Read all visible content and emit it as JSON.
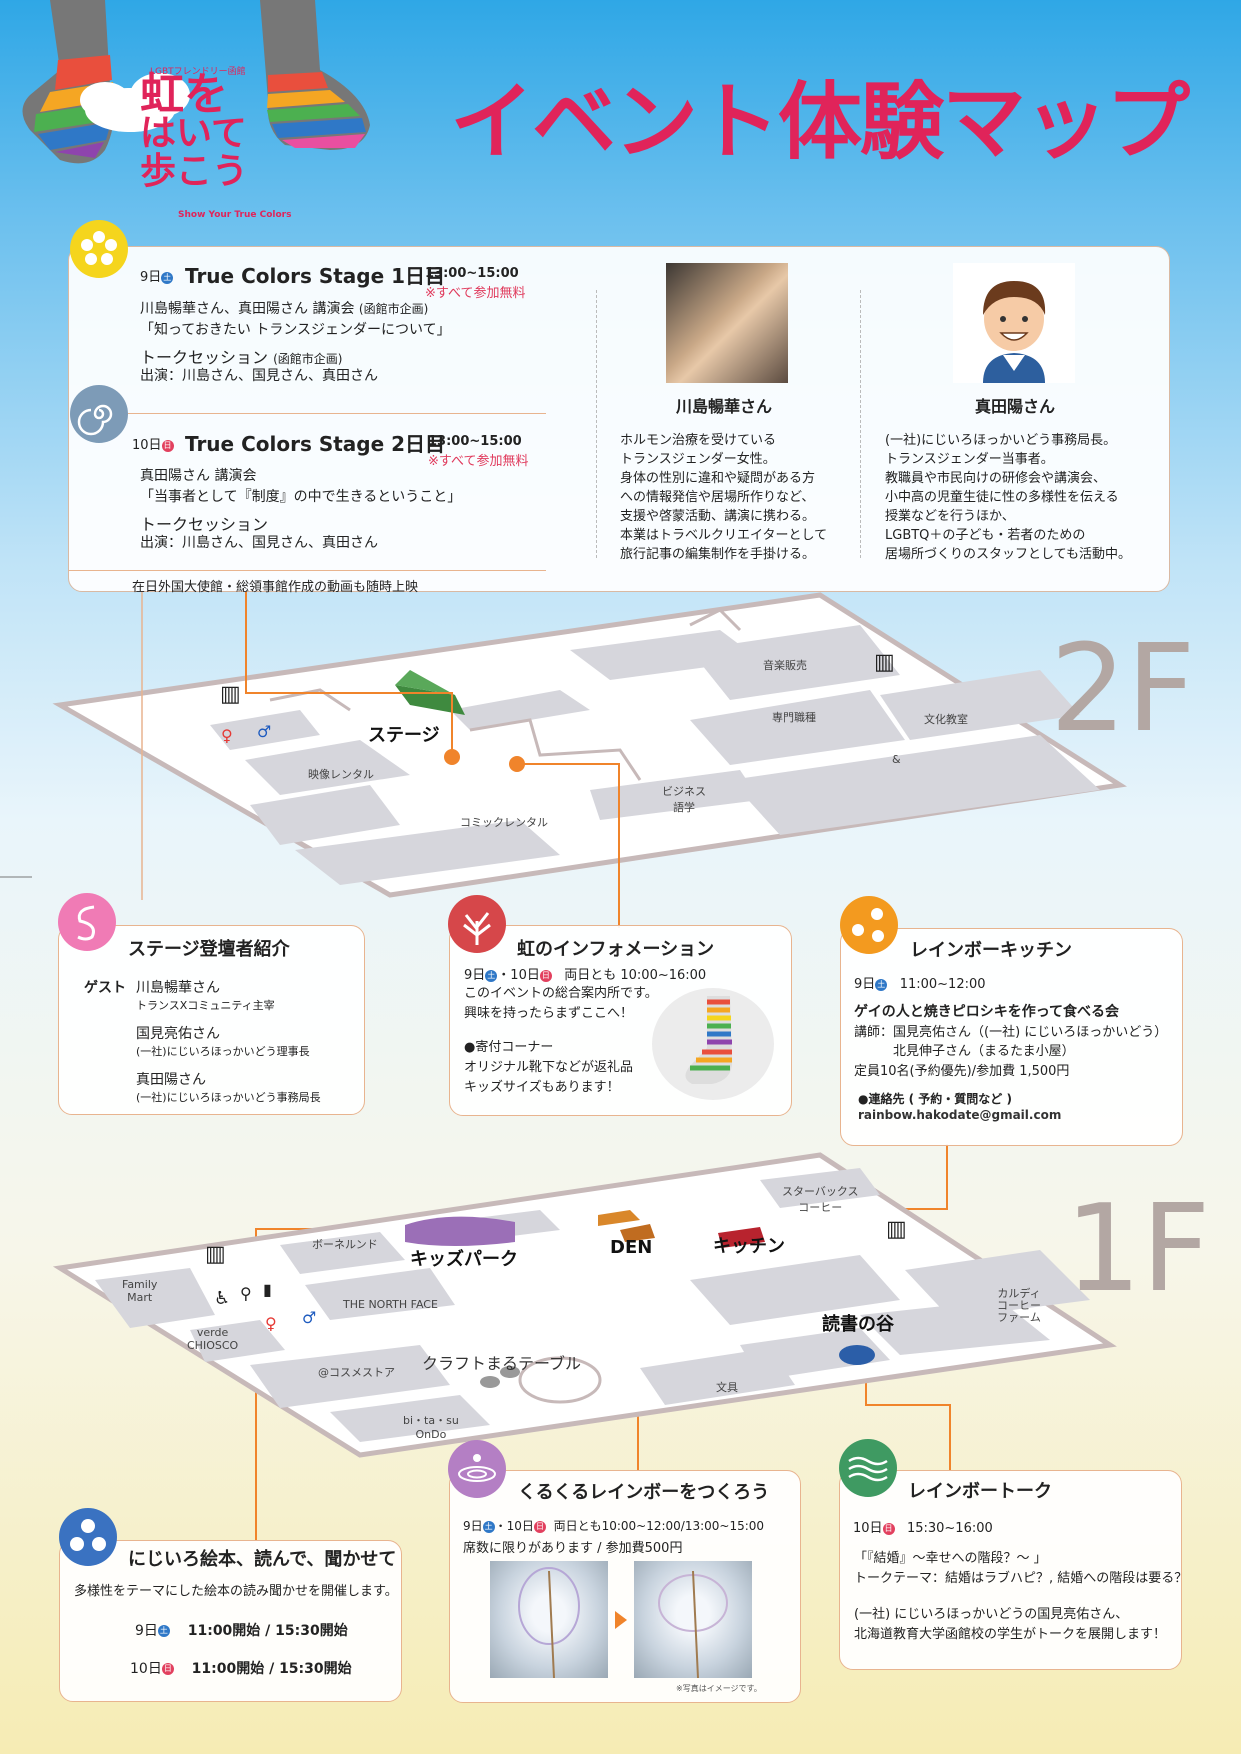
{
  "header": {
    "logo_small": "LGBTフレンドリー函館",
    "logo_title": [
      "虹を",
      "はいて",
      "歩こう"
    ],
    "logo_sub": "Show Your True Colors",
    "main_title": "イベント体験マップ"
  },
  "stage": {
    "day1": {
      "date": "9日",
      "dow": "土",
      "title": "True Colors Stage 1日目",
      "time": "13:00~15:00",
      "free": "※すべて参加無料",
      "l1": "川島暢華さん、真田陽さん 講演会",
      "l1s": "(函館市企画)",
      "l2": "「知っておきたい トランスジェンダーについて」",
      "l3": "トークセッション",
      "l3s": "(函館市企画)",
      "l4": "出演：川島さん、国見さん、真田さん"
    },
    "day2": {
      "date": "10日",
      "dow": "日",
      "title": "True Colors Stage 2日目",
      "time": "13:00~15:00",
      "free": "※すべて参加無料",
      "l1": "真田陽さん 講演会",
      "l2": "「当事者として『制度』の中で生きるということ」",
      "l3": "トークセッション",
      "l4": "出演：川島さん、国見さん、真田さん"
    },
    "footer": "在日外国大使館・総領事館作成の動画も随時上映"
  },
  "speakers": [
    {
      "name": "川島暢華さん",
      "bio": [
        "ホルモン治療を受けている",
        "トランスジェンダー女性。",
        "身体の性別に違和や疑問がある方",
        "への情報発信や居場所作りなど、",
        "支援や啓蒙活動、講演に携わる。",
        "本業はトラベルクリエイターとして",
        "旅行記事の編集制作を手掛ける。"
      ]
    },
    {
      "name": "真田陽さん",
      "bio": [
        "(一社)にじいろほっかいどう事務局長。",
        "トランスジェンダー当事者。",
        "教職員や市民向けの研修会や講演会、",
        "小中高の児童生徒に性の多様性を伝える",
        "授業などを行うほか、",
        "LGBTQ＋の子ども・若者のための",
        "居場所づくりのスタッフとしても活動中。"
      ]
    }
  ],
  "floor2": {
    "label": "2F",
    "areas": {
      "music": "音楽販売",
      "pro": "専門職種",
      "culture": "文化教室",
      "amp": "&",
      "video": "映像レンタル",
      "comic": "コミックレンタル",
      "biz1": "ビジネス",
      "biz2": "語学",
      "stage": "ステージ"
    }
  },
  "floor1": {
    "label": "1F",
    "areas": {
      "starbucks1": "スターバックス",
      "starbucks2": "コーヒー",
      "bornelund": "ボーネルンド",
      "kids": "キッズパーク",
      "den": "DEN",
      "kitchen": "キッチン",
      "family1": "Family",
      "family2": "Mart",
      "tnf": "THE NORTH FACE",
      "verde1": "verde",
      "verde2": "CHIOSCO",
      "craft": "クラフトまるテーブル",
      "cosme": "@コスメストア",
      "bitasu1": "bi・ta・su",
      "bitasu2": "OnDo",
      "bungu": "文具",
      "dokusho": "読書の谷",
      "kaldi1": "カルディ",
      "kaldi2": "コーヒー",
      "kaldi3": "ファーム"
    }
  },
  "box_stage": {
    "title": "ステージ登壇者紹介",
    "guest": "ゲスト",
    "people": [
      {
        "name": "川島暢華さん",
        "role": "トランスXコミュニティ主宰"
      },
      {
        "name": "国見亮佑さん",
        "role": "(一社)にじいろほっかいどう理事長"
      },
      {
        "name": "真田陽さん",
        "role": "(一社)にじいろほっかいどう事務局長"
      }
    ]
  },
  "box_info": {
    "title": "虹のインフォメーション",
    "d1": "9日",
    "dow1": "土",
    "sep": "・",
    "d2": "10日",
    "dow2": "日",
    "time": "両日とも 10:00~16:00",
    "lines": [
      "このイベントの総合案内所です。",
      "興味を持ったらまずここへ！"
    ],
    "donate_title": "●寄付コーナー",
    "donate": [
      "オリジナル靴下などが返礼品",
      "キッズサイズもあります！"
    ]
  },
  "box_kitchen": {
    "title": "レインボーキッチン",
    "date": "9日",
    "dow": "土",
    "time": "11:00~12:00",
    "event": "ゲイの人と焼きピロシキを作って食べる会",
    "l1": "講師：国見亮佑さん（(一社) にじいろほっかいどう）",
    "l2": "北見伸子さん（まるたま小屋）",
    "l3": "定員10名(予約優先)/参加費 1,500円",
    "contact": "●連絡先 ( 予約・質問など )",
    "email": "rainbow.hakodate@gmail.com"
  },
  "box_ehon": {
    "title": "にじいろ絵本、読んで、聞かせて",
    "desc": "多様性をテーマにした絵本の読み聞かせを開催します。",
    "r1d": "9日",
    "r1w": "土",
    "r1t": "11:00開始 / 15:30開始",
    "r2d": "10日",
    "r2w": "日",
    "r2t": "11:00開始 / 15:30開始"
  },
  "box_kuru": {
    "title": "くるくるレインボーをつくろう",
    "d1": "9日",
    "dow1": "土",
    "sep": "・",
    "d2": "10日",
    "dow2": "日",
    "time": "両日とも10:00~12:00/13:00~15:00",
    "note": "席数に限りがあります / 参加費500円",
    "photo_note": "※写真はイメージです。"
  },
  "box_talk": {
    "title": "レインボートーク",
    "date": "10日",
    "dow": "日",
    "time": "15:30~16:00",
    "l1": "「『結婚』～幸せへの階段？～ 」",
    "l2": "トークテーマ：結婚はラブハピ？, 結婚への階段は要る？",
    "l3": "(一社) にじいろほっかいどうの国見亮佑さん、",
    "l4": "北海道教育大学函館校の学生がトークを展開します！"
  },
  "colors": {
    "title": "#e0245a",
    "orange": "#f0842b",
    "floor_label": "#b3a7a3"
  }
}
